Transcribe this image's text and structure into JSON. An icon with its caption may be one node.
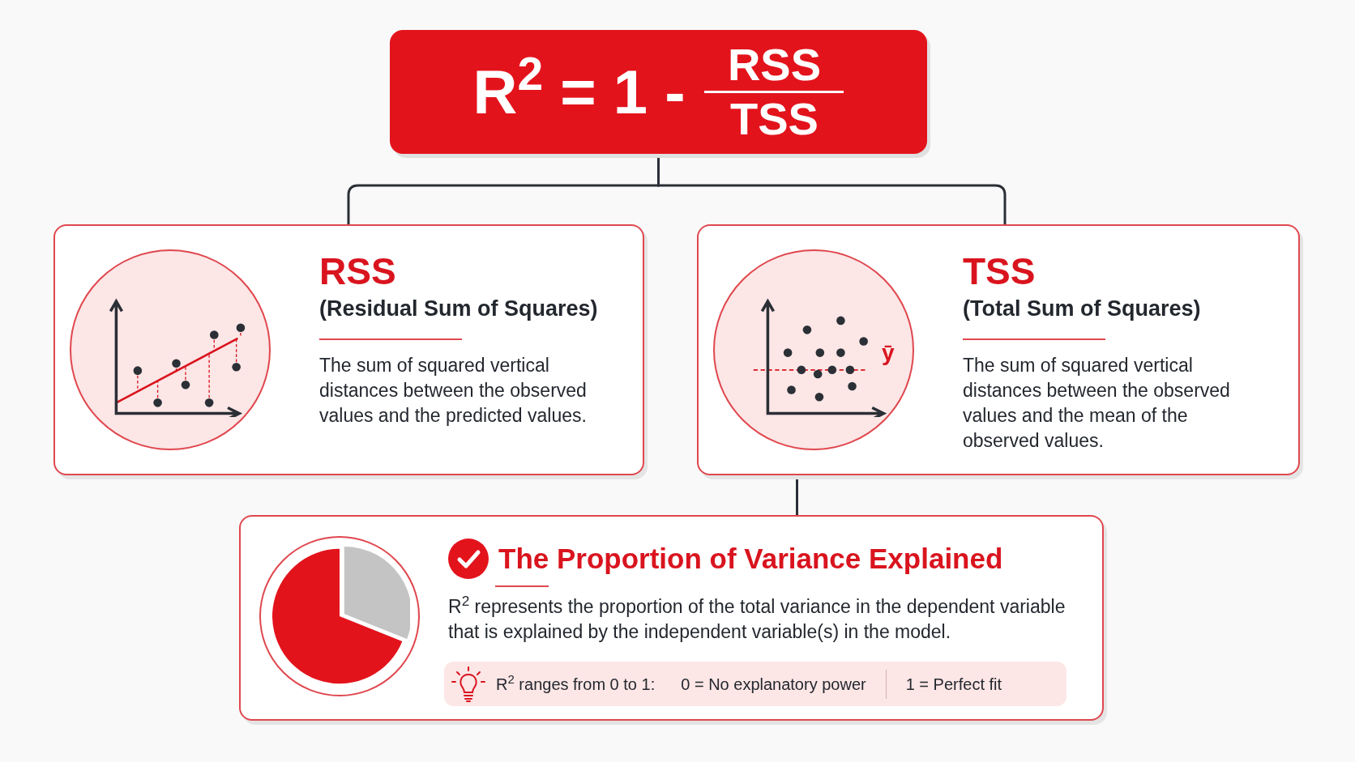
{
  "diagram": {
    "nodes": [
      {
        "text": [
          "R$^{2}$ = 1 -",
          "RSS",
          "TSS"
        ]
      },
      {
        "text": [
          "RSS",
          "(Residual Sum of Squares)",
          "The sum of squared vertical distances between the observed values and the predicted values."
        ]
      },
      {
        "text": [
          "TSS",
          "(Total Sum of Squares)",
          "The sum of squared vertical distances between the observed values and the mean of the observed values."
        ]
      },
      {
        "text": [
          "The Proportion of Variance Explained",
          "R$^{2}$ represents the proportion of the total variance in the dependent variable that is explained by the independent variable(s) in the model."
        ]
      },
      {
        "text": [
          "R$^{2}$ ranges from 0 to 1:",
          "0 = No explanatory power",
          "1 = Perfect fit"
        ],
        "in": 3
      }
    ],
    "edges": [
      {
        "from": 0,
        "to": 1,
        "arrow": "none"
      },
      {
        "from": 0,
        "to": 2,
        "arrow": "none"
      },
      {
        "from": 2,
        "to": 3,
        "arrow": "none"
      }
    ],
    "labels": [
      "ȳ"
    ]
  }
}
